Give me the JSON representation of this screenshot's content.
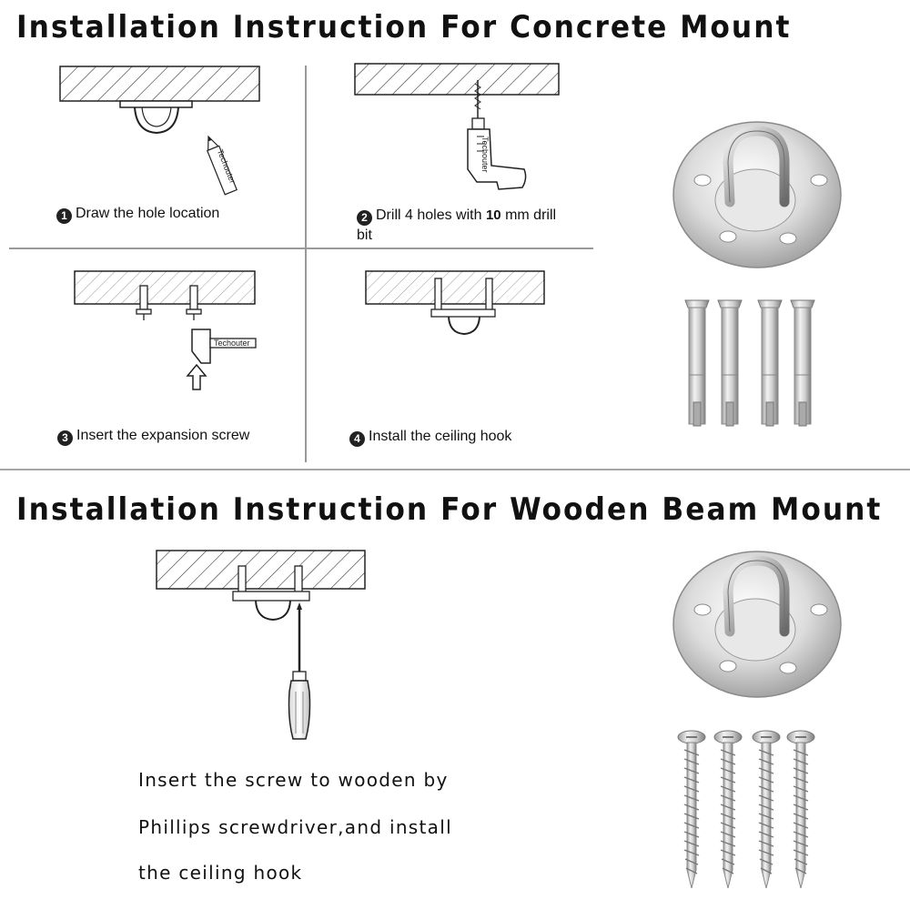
{
  "concrete": {
    "title": "Installation Instruction For Concrete  Mount",
    "steps": [
      {
        "num": "1",
        "text": "Draw the hole location"
      },
      {
        "num": "2",
        "text_before": "Drill 4 holes with ",
        "highlight": "10",
        "text_after": " mm drill",
        "text_line2": "bit"
      },
      {
        "num": "3",
        "text": "Insert the expansion screw"
      },
      {
        "num": "4",
        "text": "Install the ceiling hook"
      }
    ]
  },
  "wooden": {
    "title": "Installation Instruction For Wooden Beam Mount",
    "lines": [
      "Insert the screw to wooden by",
      "Phillips screwdriver,and install",
      "the ceiling hook"
    ]
  },
  "brand_label": "Techouter",
  "icons": [
    "pencil-icon",
    "drill-icon",
    "hammer-icon",
    "up-arrow-icon",
    "screwdriver-icon",
    "ceiling-hook-plate",
    "expansion-screw",
    "wood-screw"
  ]
}
